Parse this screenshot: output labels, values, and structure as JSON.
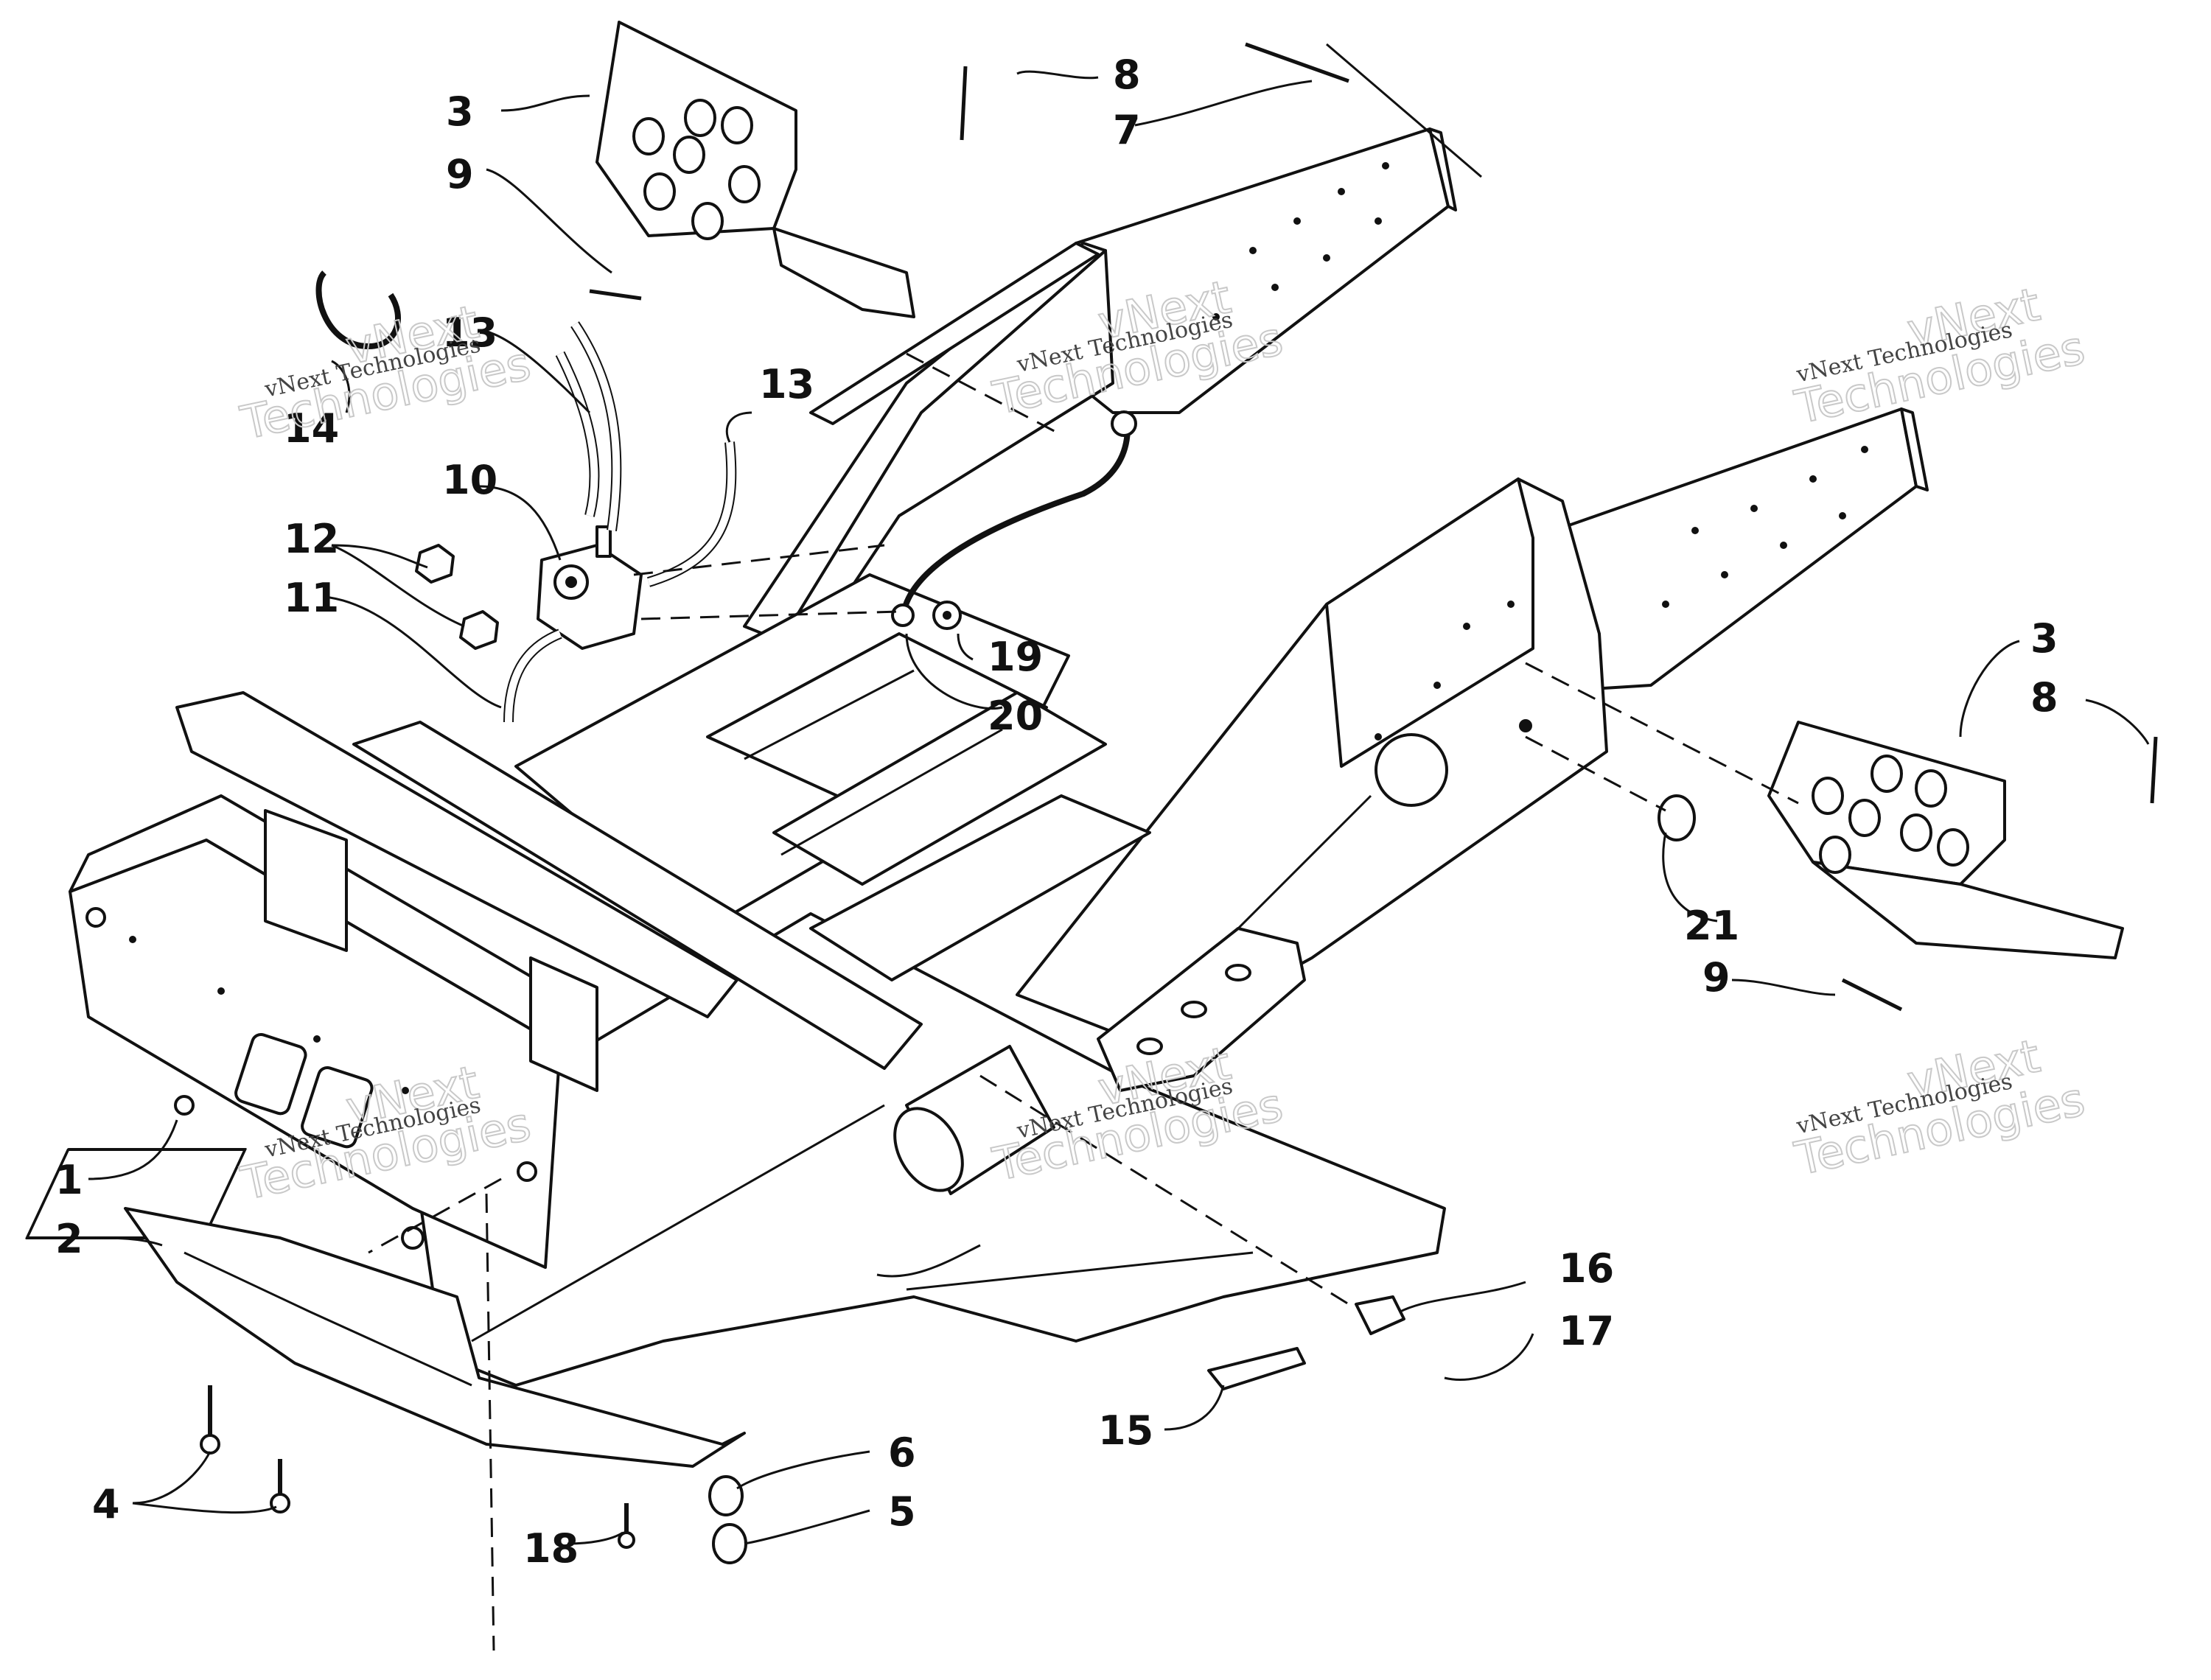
{
  "callouts": {
    "c1": "1",
    "c2": "2",
    "c3a": "3",
    "c3b": "3",
    "c4": "4",
    "c5": "5",
    "c6": "6",
    "c7": "7",
    "c8a": "8",
    "c8b": "8",
    "c9a": "9",
    "c9b": "9",
    "c10": "10",
    "c11": "11",
    "c12": "12",
    "c13a": "13",
    "c13b": "13",
    "c14": "14",
    "c15": "15",
    "c16": "16",
    "c17": "17",
    "c18": "18",
    "c19": "19",
    "c20": "20",
    "c21": "21"
  },
  "watermark": {
    "line1": "vNext",
    "line2": "Technologies",
    "small": "vNext Technologies"
  }
}
